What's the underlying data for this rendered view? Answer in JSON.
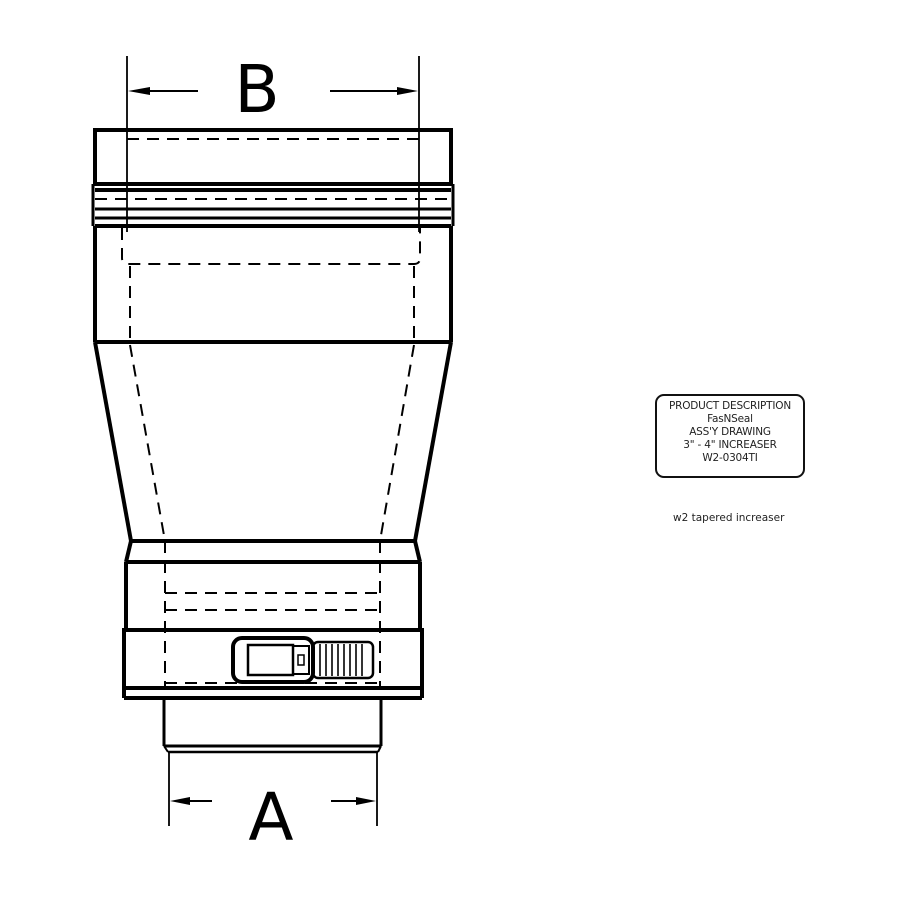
{
  "drawing": {
    "dimension_top": "B",
    "dimension_bottom": "A",
    "stroke_color": "#000000",
    "background_color": "#ffffff"
  },
  "product_description": {
    "heading": "PRODUCT DESCRIPTION",
    "brand": "FasNSeal",
    "drawing_type": "ASS'Y DRAWING",
    "size": "3\" - 4\" INCREASER",
    "part_number": "W2-0304TI"
  },
  "caption": "w2 tapered increaser"
}
